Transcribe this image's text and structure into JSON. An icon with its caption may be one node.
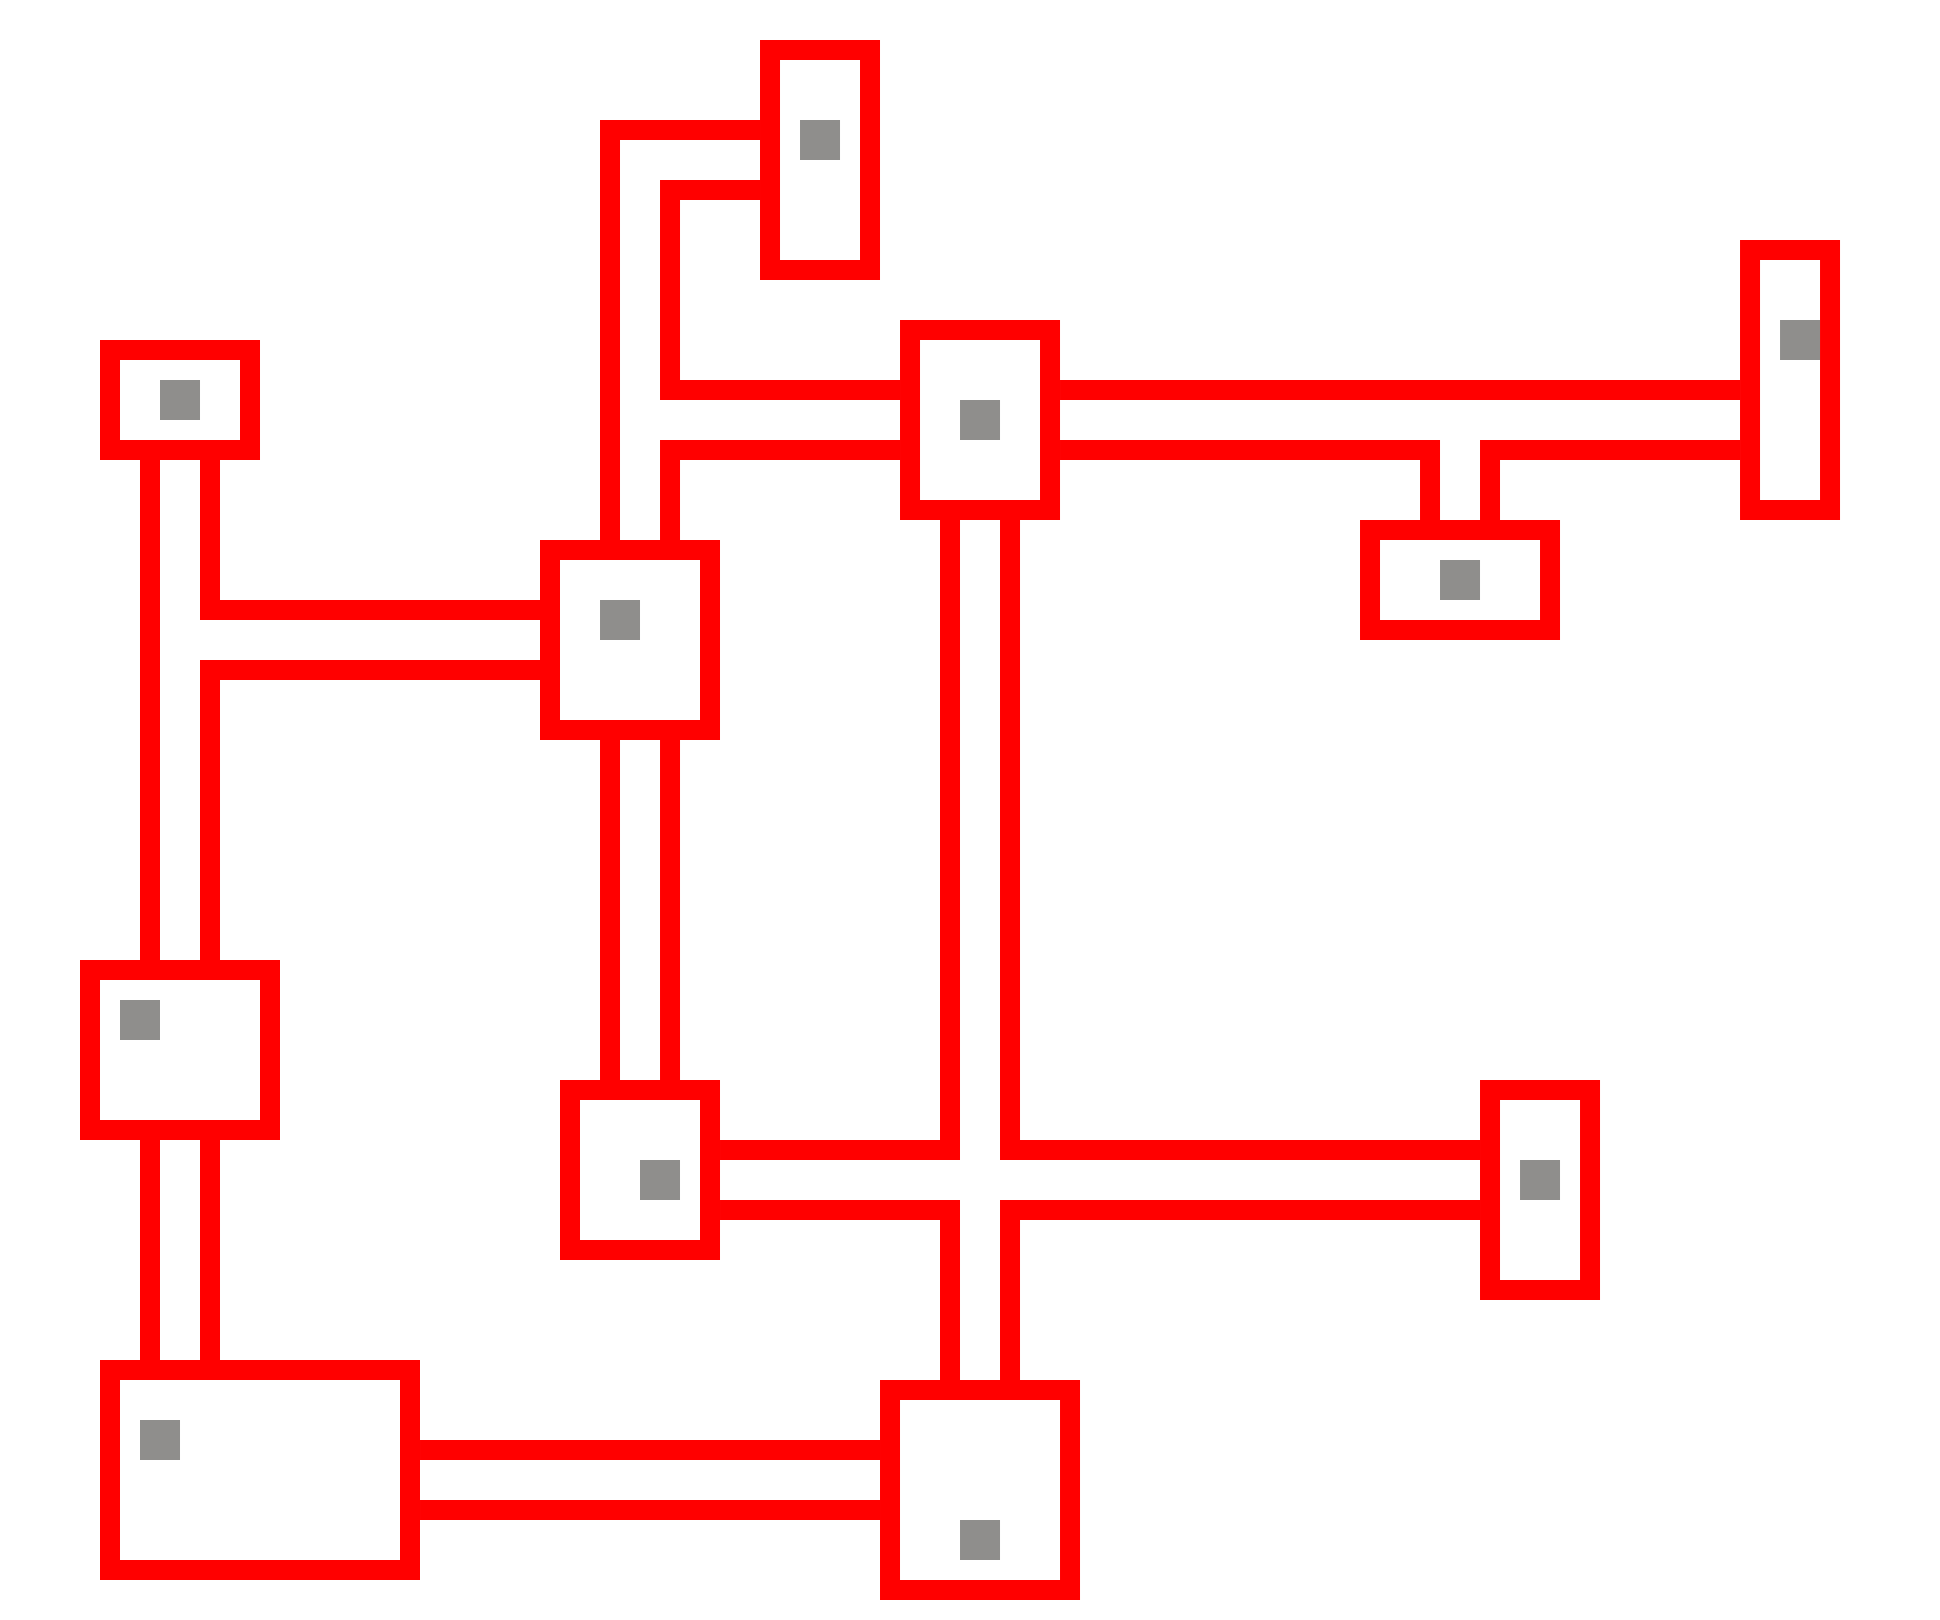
{
  "diagram": {
    "nodes": [
      {
        "text": [],
        "shape": "box"
      },
      {
        "text": [],
        "shape": "box"
      },
      {
        "text": [],
        "shape": "box"
      },
      {
        "text": [],
        "shape": "box"
      },
      {
        "text": [],
        "shape": "box"
      },
      {
        "text": [],
        "shape": "box"
      },
      {
        "text": [],
        "shape": "box"
      },
      {
        "text": [],
        "shape": "box"
      },
      {
        "text": [],
        "shape": "box"
      },
      {
        "text": [],
        "shape": "box"
      },
      {
        "text": [],
        "shape": "box"
      }
    ],
    "edges": [
      {
        "from": 0,
        "to": 5,
        "arrow": "none"
      },
      {
        "from": 0,
        "to": 2,
        "arrow": "none"
      },
      {
        "from": 2,
        "to": 5,
        "arrow": "none"
      },
      {
        "from": 2,
        "to": 1,
        "arrow": "none"
      },
      {
        "from": 2,
        "to": 4,
        "arrow": "none"
      },
      {
        "from": 4,
        "to": 1,
        "arrow": "none"
      },
      {
        "from": 3,
        "to": 6,
        "arrow": "none"
      },
      {
        "from": 3,
        "to": 5,
        "arrow": "none"
      },
      {
        "from": 5,
        "to": 6,
        "arrow": "none"
      },
      {
        "from": 5,
        "to": 7,
        "arrow": "none"
      },
      {
        "from": 5,
        "to": 7,
        "arrow": "none"
      },
      {
        "from": 2,
        "to": 7,
        "arrow": "none"
      },
      {
        "from": 2,
        "to": 8,
        "arrow": "none"
      },
      {
        "from": 7,
        "to": 10,
        "arrow": "none"
      },
      {
        "from": 8,
        "to": 10,
        "arrow": "none"
      },
      {
        "from": 6,
        "to": 9,
        "arrow": "none"
      },
      {
        "from": 6,
        "to": 9,
        "arrow": "none"
      },
      {
        "from": 9,
        "to": 10,
        "arrow": "none"
      },
      {
        "from": 9,
        "to": 10,
        "arrow": "none"
      }
    ]
  }
}
